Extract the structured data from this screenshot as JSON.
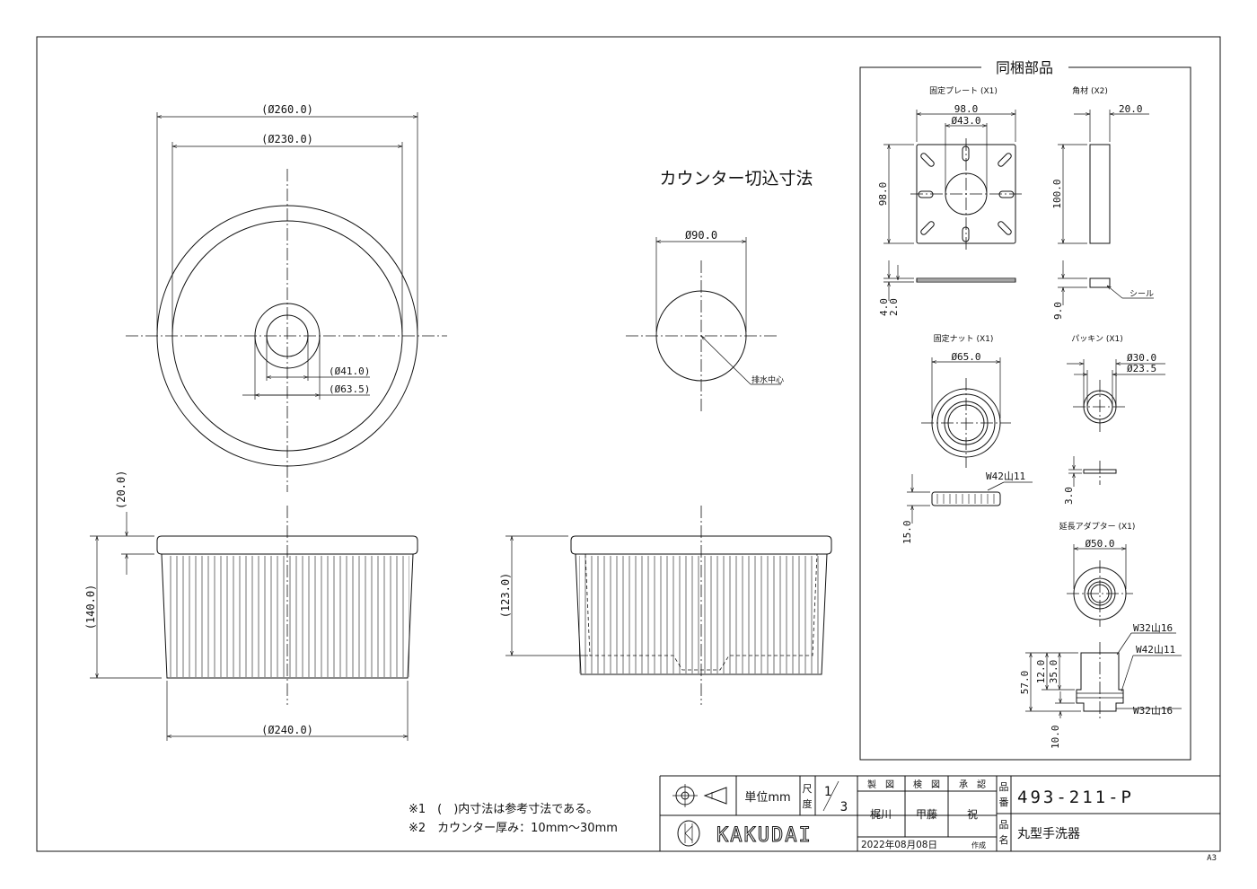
{
  "top_view": {
    "dim_outer": "(Ø260.0)",
    "dim_inner": "(Ø230.0)",
    "dim_drain_inner": "(Ø41.0)",
    "dim_drain_outer": "(Ø63.5)"
  },
  "side_view": {
    "dim_rim": "(20.0)",
    "dim_height": "(140.0)",
    "dim_base": "(Ø240.0)"
  },
  "cutout": {
    "title": "カウンター切込寸法",
    "dim_diameter": "Ø90.0",
    "drain_center": "排水中心"
  },
  "section_view": {
    "dim_height": "(123.0)"
  },
  "parts_box": {
    "title": "同梱部品",
    "plate": {
      "label": "固定プレート (X1)",
      "dim_width": "98.0",
      "dim_hole": "Ø43.0",
      "dim_height": "98.0",
      "dim_t1": "4.0",
      "dim_t2": "2.0"
    },
    "square": {
      "label": "角材 (X2)",
      "dim_width": "20.0",
      "dim_length": "100.0",
      "dim_thick": "9.0",
      "seal": "シール"
    },
    "nut": {
      "label": "固定ナット (X1)",
      "dim_diameter": "Ø65.0",
      "thread": "W42山11",
      "dim_height": "15.0"
    },
    "packing": {
      "label": "パッキン (X1)",
      "dim_outer": "Ø30.0",
      "dim_inner": "Ø23.5",
      "dim_thick": "3.0"
    },
    "adapter": {
      "label": "延長アダプター (X1)",
      "dim_diameter": "Ø50.0",
      "thread_top": "W32山16",
      "thread_mid": "W42山11",
      "thread_bottom": "W32山16",
      "dim_total": "57.0",
      "dim_a": "12.0",
      "dim_b": "35.0",
      "dim_c": "10.0"
    }
  },
  "notes": [
    "※1　(　)内寸法は参考寸法である。",
    "※2　カウンター厚み：10mm～30mm"
  ],
  "title_block": {
    "unit": "単位mm",
    "scale_label_1": "尺",
    "scale_label_2": "度",
    "scale_num": "1",
    "scale_den": "3",
    "made_header": "製　図",
    "check_header": "検　図",
    "approve_header": "承　認",
    "made_name": "梶川",
    "check_name": "甲藤",
    "approve_name": "祝",
    "date": "2022年08月08日",
    "created": "作成",
    "part_no_label_1": "品",
    "part_no_label_2": "番",
    "part_no": "493-211-P",
    "part_name_label_1": "品",
    "part_name_label_2": "名",
    "part_name": "丸型手洗器",
    "brand": "KAKUDAI"
  },
  "sheet_size": "A3"
}
